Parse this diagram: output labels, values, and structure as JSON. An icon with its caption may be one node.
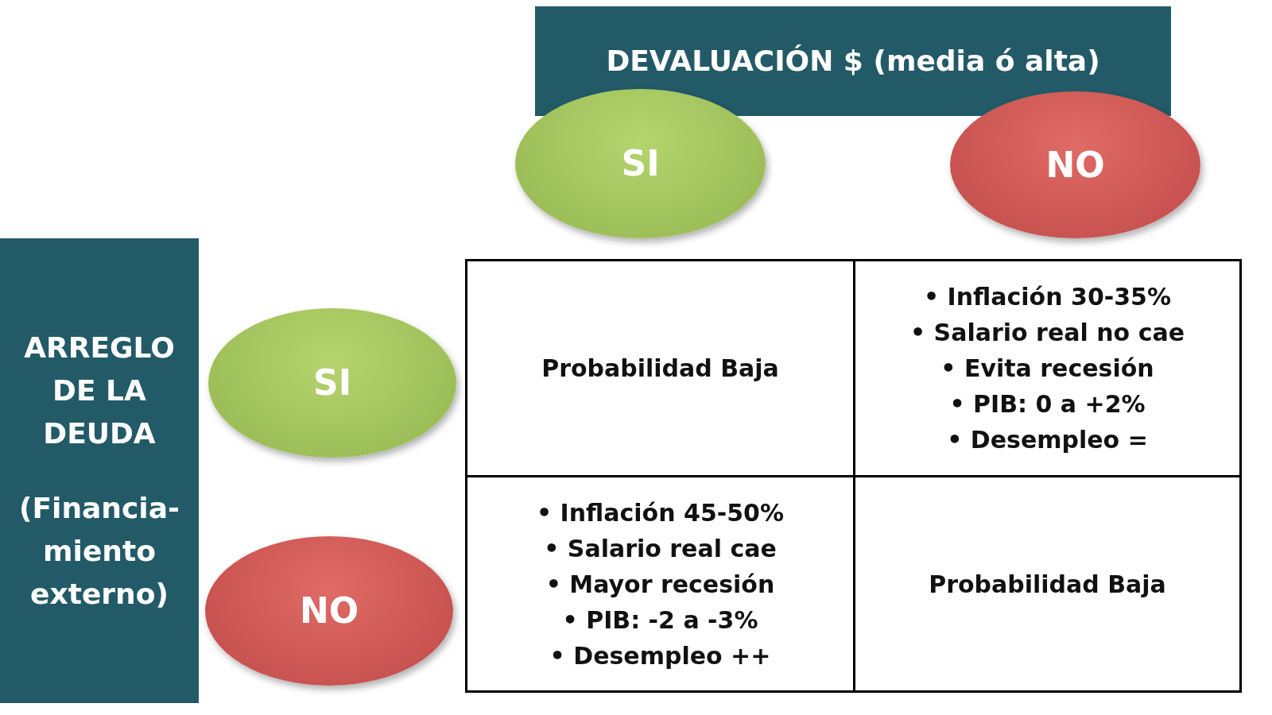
{
  "diagram": {
    "nodes": [
      {
        "text": [
          "DEVALUACIÓN  $  (media ó alta)"
        ]
      },
      {
        "text": [
          "SI"
        ]
      },
      {
        "text": [
          "NO"
        ]
      },
      {
        "text": [
          "ARREGLO DE LA DEUDA",
          "(Financia- miento externo)"
        ]
      },
      {
        "text": [
          "SI"
        ]
      },
      {
        "text": [
          "Probabilidad Baja"
        ]
      },
      {
        "text": [
          "• Inflación 30-35%",
          "• Salario real no cae",
          "• Evita recesión",
          "• PIB: 0 a +2%",
          "• Desempleo ="
        ]
      },
      {
        "text": [
          "NO"
        ]
      },
      {
        "text": [
          "• Inflación 45-50%",
          "• Salario real cae",
          "• Mayor recesión",
          "• PIB: -2 a -3%",
          "• Desempleo ++"
        ]
      },
      {
        "text": [
          "Probabilidad Baja"
        ]
      }
    ]
  }
}
